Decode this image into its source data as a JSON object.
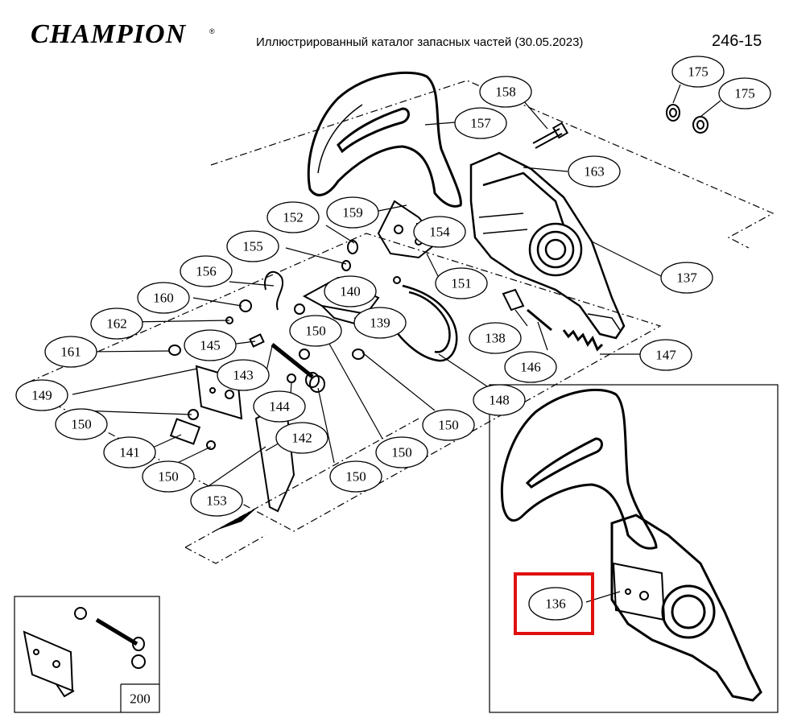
{
  "header": {
    "brand": "CHAMPION",
    "registered_mark": "®",
    "title": "Иллюстрированный каталог запасных частей (30.05.2023)",
    "page_number": "246-15"
  },
  "callouts": {
    "c175a": "175",
    "c175b": "175",
    "c158": "158",
    "c157": "157",
    "c163": "163",
    "c152": "152",
    "c159": "159",
    "c154": "154",
    "c155": "155",
    "c151": "151",
    "c137": "137",
    "c156": "156",
    "c140": "140",
    "c160": "160",
    "c162": "162",
    "c139": "139",
    "c150a": "150",
    "c138": "138",
    "c145": "145",
    "c161": "161",
    "c146": "146",
    "c147": "147",
    "c143": "143",
    "c149": "149",
    "c148": "148",
    "c144": "144",
    "c150b": "150",
    "c150c": "150",
    "c142": "142",
    "c141": "141",
    "c150d": "150",
    "c150e": "150",
    "c150f": "150",
    "c153": "153",
    "c136": "136",
    "c200": "200"
  },
  "highlight_color": "#e01010"
}
